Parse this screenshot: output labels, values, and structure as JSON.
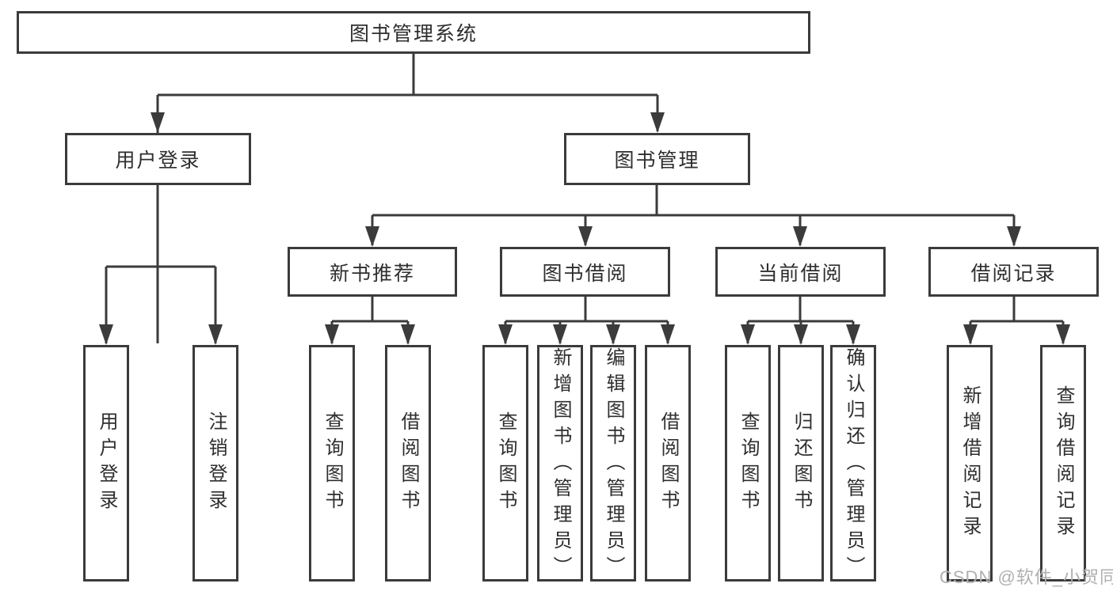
{
  "diagram": {
    "root": "图书管理系统",
    "branches": [
      {
        "label": "用户登录",
        "leaves": [
          "用户登录",
          "注销登录"
        ]
      },
      {
        "label": "图书管理",
        "children": [
          {
            "label": "新书推荐",
            "leaves": [
              "查询图书",
              "借阅图书"
            ]
          },
          {
            "label": "图书借阅",
            "leaves": [
              "查询图书",
              "新增图书（管理员）",
              "编辑图书（管理员）",
              "借阅图书"
            ]
          },
          {
            "label": "当前借阅",
            "leaves": [
              "查询图书",
              "归还图书",
              "确认归还（管理员）"
            ]
          },
          {
            "label": "借阅记录",
            "leaves": [
              "新增借阅记录",
              "查询借阅记录"
            ]
          }
        ]
      }
    ]
  },
  "watermark": {
    "text": "CSDN @软件_小贺同学"
  },
  "colors": {
    "line": "#3b3b3b",
    "text": "#2e2e2e",
    "watermark": "#b0b0b0",
    "background": "#ffffff"
  }
}
